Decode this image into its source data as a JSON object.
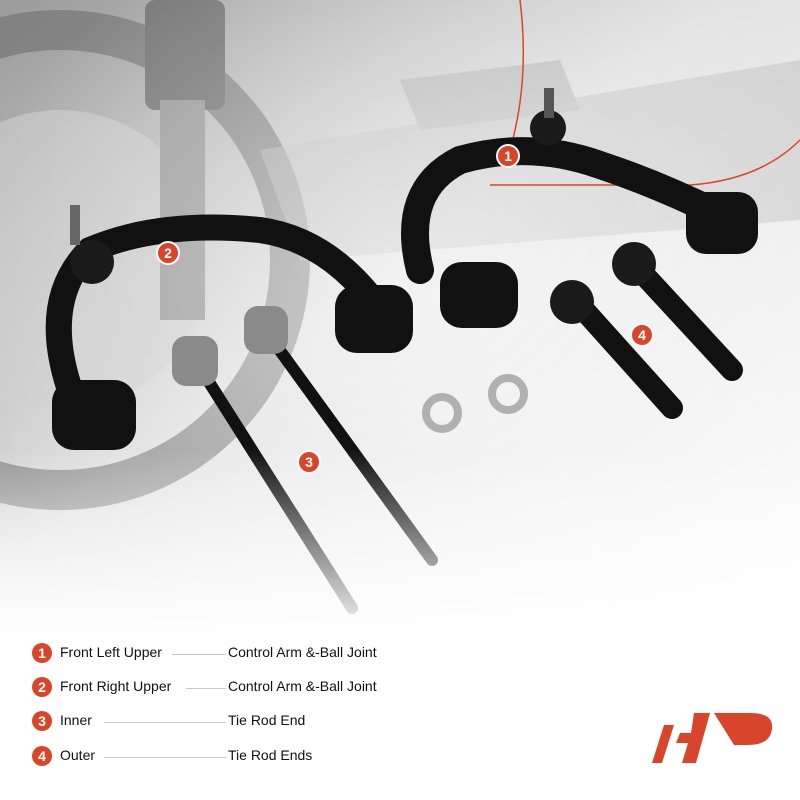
{
  "callouts": [
    "1",
    "2",
    "3",
    "4"
  ],
  "legend": [
    {
      "number": "1",
      "part": "Front Left Upper",
      "description": "Control Arm &-Ball Joint"
    },
    {
      "number": "2",
      "part": "Front Right Upper",
      "description": "Control Arm &-Ball Joint"
    },
    {
      "number": "3",
      "part": "Inner",
      "description": "Tie Rod End"
    },
    {
      "number": "4",
      "part": "Outer",
      "description": "Tie Rod Ends"
    }
  ],
  "colors": {
    "accent": "#d9452a",
    "text": "#111111",
    "line": "#c8c8c8"
  },
  "logo": {
    "text": "AP"
  }
}
